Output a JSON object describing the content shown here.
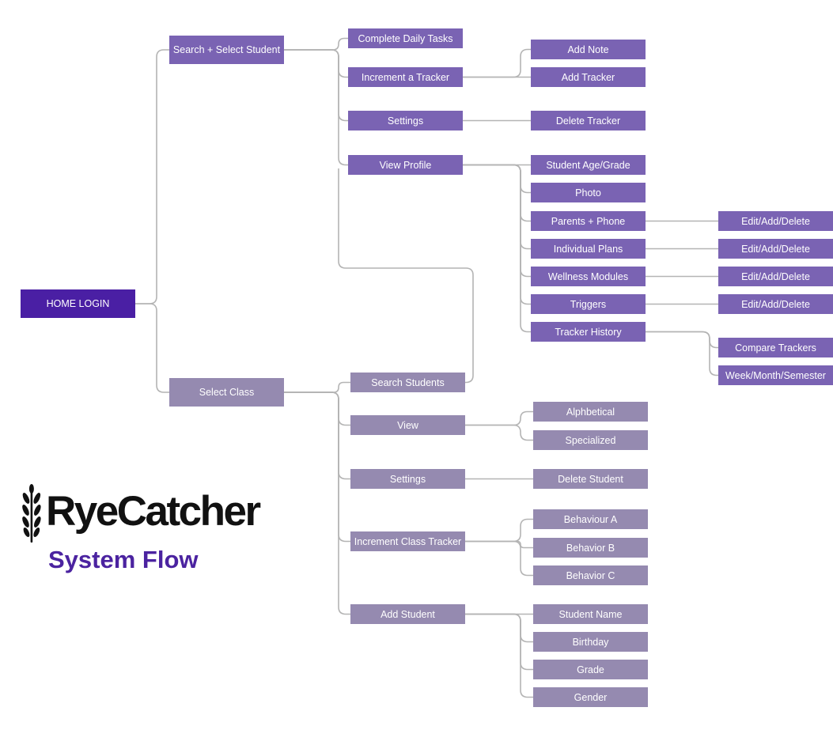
{
  "brand": {
    "wordmark": "RyeCatcher",
    "subtitle": "System Flow",
    "subtitle_color": "#4b23a0",
    "logo_icon": "wheat-icon"
  },
  "colors": {
    "root": "#4a1fa4",
    "student_branch": "#7a63b3",
    "class_branch": "#958ab0",
    "connector": "#b4b4b4"
  },
  "nodes": [
    {
      "id": "home",
      "label": "HOME LOGIN",
      "color": "root",
      "parent": null
    },
    {
      "id": "search_select_student",
      "label": "Search + Select Student",
      "color": "student_branch",
      "parent": "home"
    },
    {
      "id": "select_class",
      "label": "Select Class",
      "color": "class_branch",
      "parent": "home"
    },
    {
      "id": "complete_daily_tasks",
      "label": "Complete Daily Tasks",
      "color": "student_branch",
      "parent": "search_select_student"
    },
    {
      "id": "increment_tracker",
      "label": "Increment a Tracker",
      "color": "student_branch",
      "parent": "search_select_student"
    },
    {
      "id": "student_settings",
      "label": "Settings",
      "color": "student_branch",
      "parent": "search_select_student"
    },
    {
      "id": "view_profile",
      "label": "View Profile",
      "color": "student_branch",
      "parent": "search_select_student"
    },
    {
      "id": "add_note",
      "label": "Add Note",
      "color": "student_branch",
      "parent": "increment_tracker"
    },
    {
      "id": "add_tracker",
      "label": "Add Tracker",
      "color": "student_branch",
      "parent": "increment_tracker"
    },
    {
      "id": "delete_tracker",
      "label": "Delete Tracker",
      "color": "student_branch",
      "parent": "student_settings"
    },
    {
      "id": "age_grade",
      "label": "Student Age/Grade",
      "color": "student_branch",
      "parent": "view_profile"
    },
    {
      "id": "photo",
      "label": "Photo",
      "color": "student_branch",
      "parent": "view_profile"
    },
    {
      "id": "parents_phone",
      "label": "Parents + Phone",
      "color": "student_branch",
      "parent": "view_profile"
    },
    {
      "id": "individual_plans",
      "label": "Individual Plans",
      "color": "student_branch",
      "parent": "view_profile"
    },
    {
      "id": "wellness_modules",
      "label": "Wellness Modules",
      "color": "student_branch",
      "parent": "view_profile"
    },
    {
      "id": "triggers",
      "label": "Triggers",
      "color": "student_branch",
      "parent": "view_profile"
    },
    {
      "id": "tracker_history",
      "label": "Tracker History",
      "color": "student_branch",
      "parent": "view_profile"
    },
    {
      "id": "ead_parents",
      "label": "Edit/Add/Delete",
      "color": "student_branch",
      "parent": "parents_phone"
    },
    {
      "id": "ead_plans",
      "label": "Edit/Add/Delete",
      "color": "student_branch",
      "parent": "individual_plans"
    },
    {
      "id": "ead_wellness",
      "label": "Edit/Add/Delete",
      "color": "student_branch",
      "parent": "wellness_modules"
    },
    {
      "id": "ead_triggers",
      "label": "Edit/Add/Delete",
      "color": "student_branch",
      "parent": "triggers"
    },
    {
      "id": "compare_trackers",
      "label": "Compare Trackers",
      "color": "student_branch",
      "parent": "tracker_history"
    },
    {
      "id": "week_month_semester",
      "label": "Week/Month/Semester",
      "color": "student_branch",
      "parent": "tracker_history"
    },
    {
      "id": "search_students",
      "label": "Search Students",
      "color": "class_branch",
      "parent": "select_class"
    },
    {
      "id": "class_view",
      "label": "View",
      "color": "class_branch",
      "parent": "select_class"
    },
    {
      "id": "class_settings",
      "label": "Settings",
      "color": "class_branch",
      "parent": "select_class"
    },
    {
      "id": "increment_class_tracker",
      "label": "Increment Class Tracker",
      "color": "class_branch",
      "parent": "select_class"
    },
    {
      "id": "add_student",
      "label": "Add Student",
      "color": "class_branch",
      "parent": "select_class"
    },
    {
      "id": "alphabetical",
      "label": "Alphbetical",
      "color": "class_branch",
      "parent": "class_view"
    },
    {
      "id": "specialized",
      "label": "Specialized",
      "color": "class_branch",
      "parent": "class_view"
    },
    {
      "id": "delete_student",
      "label": "Delete Student",
      "color": "class_branch",
      "parent": "class_settings"
    },
    {
      "id": "behaviour_a",
      "label": "Behaviour A",
      "color": "class_branch",
      "parent": "increment_class_tracker"
    },
    {
      "id": "behavior_b",
      "label": "Behavior B",
      "color": "class_branch",
      "parent": "increment_class_tracker"
    },
    {
      "id": "behavior_c",
      "label": "Behavior C",
      "color": "class_branch",
      "parent": "increment_class_tracker"
    },
    {
      "id": "student_name",
      "label": "Student Name",
      "color": "class_branch",
      "parent": "add_student"
    },
    {
      "id": "birthday",
      "label": "Birthday",
      "color": "class_branch",
      "parent": "add_student"
    },
    {
      "id": "grade",
      "label": "Grade",
      "color": "class_branch",
      "parent": "add_student"
    },
    {
      "id": "gender",
      "label": "Gender",
      "color": "class_branch",
      "parent": "add_student"
    }
  ],
  "cross_links": [
    {
      "from": "search_students",
      "to": "search_select_student"
    }
  ]
}
